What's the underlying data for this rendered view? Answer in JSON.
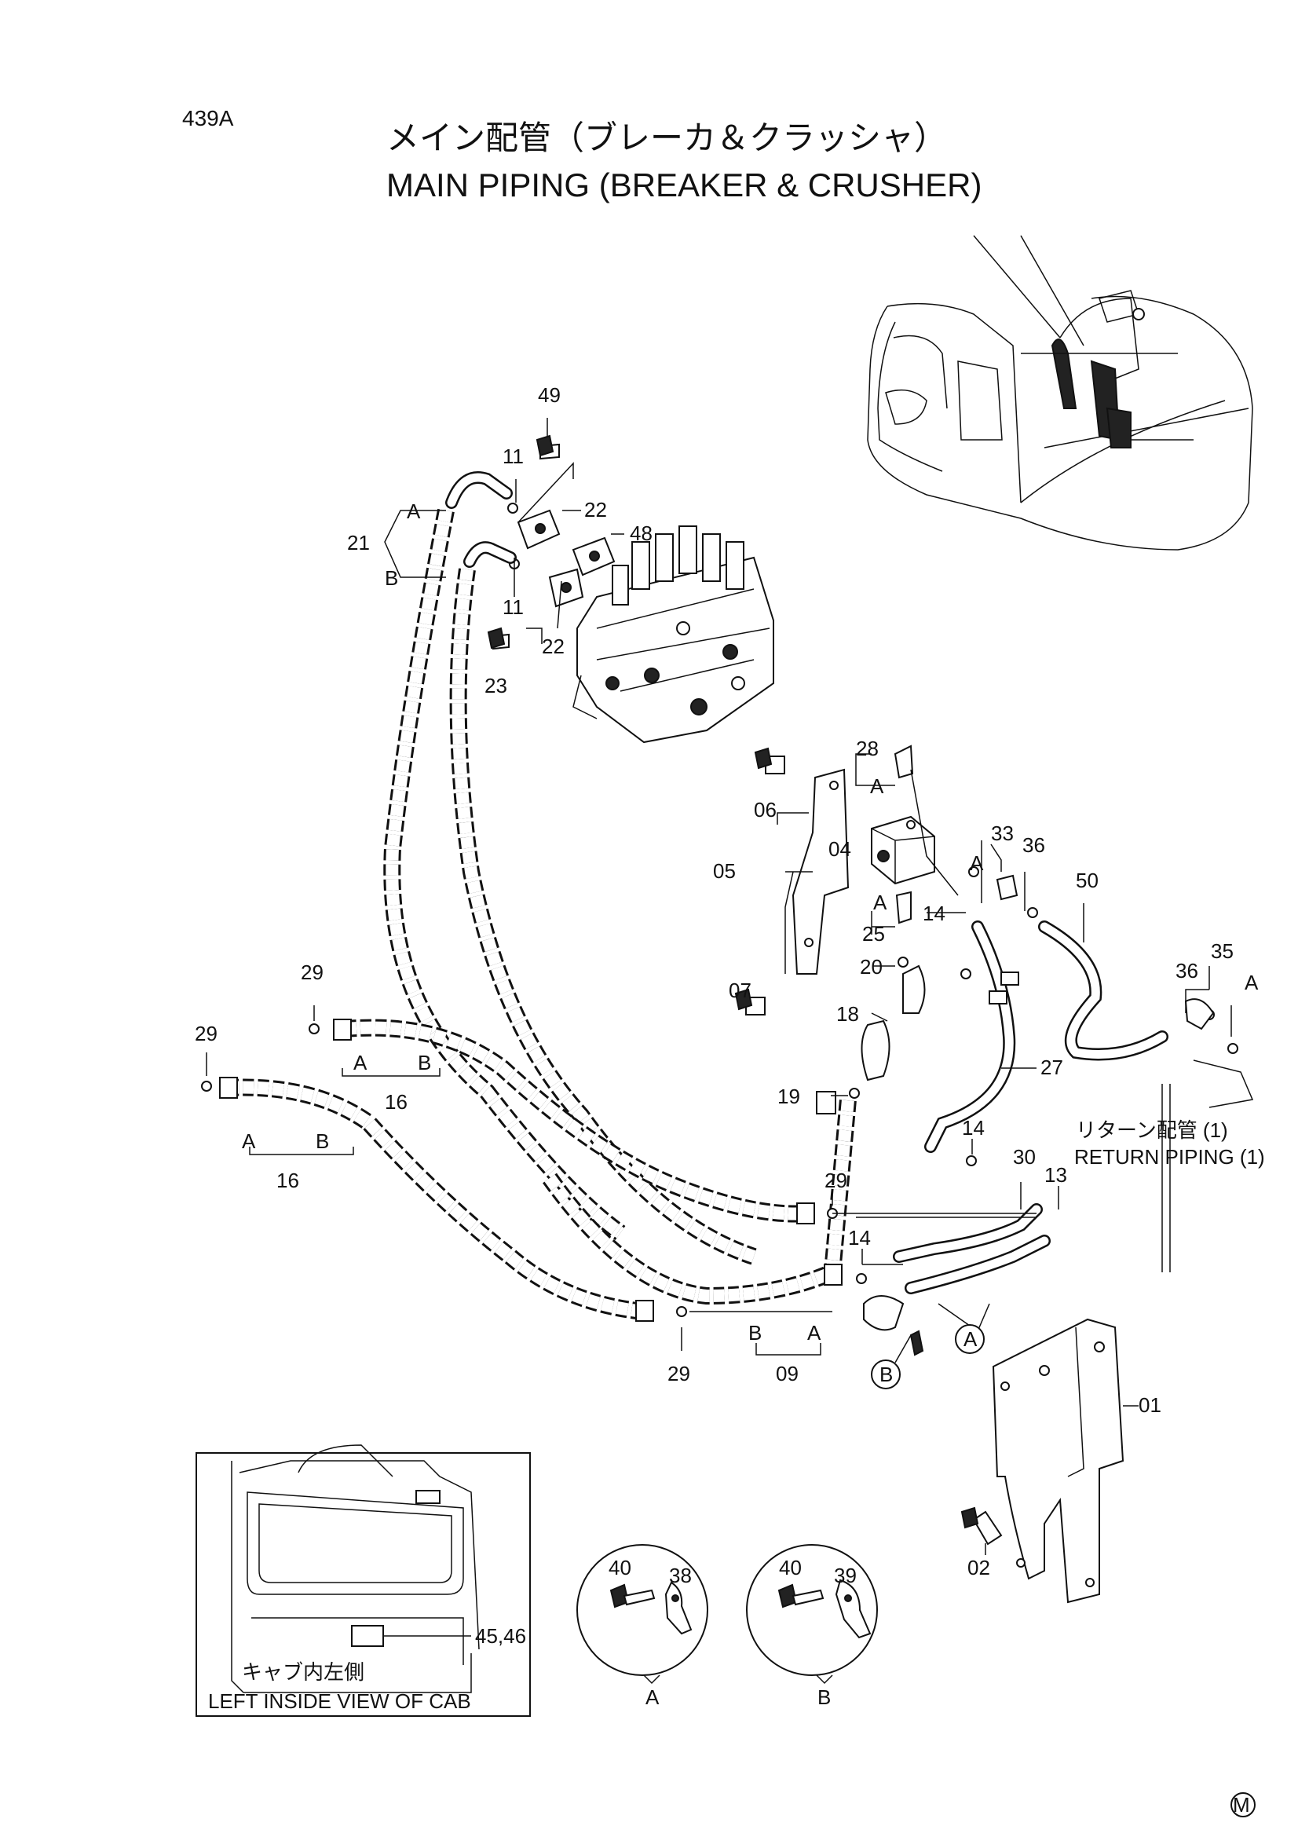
{
  "page": {
    "number": "439A",
    "title_jp": "メイン配管（ブレーカ＆クラッシャ）",
    "title_en": "MAIN  PIPING  (BREAKER & CRUSHER)",
    "mark": "M"
  },
  "labels": {
    "p49": "49",
    "p11a": "11",
    "p22a": "22",
    "p48": "48",
    "p11b": "11",
    "p22b": "22",
    "p23": "23",
    "p21": "21",
    "a21": "A",
    "b21": "B",
    "p28": "28",
    "a28": "A",
    "p06": "06",
    "p04": "04",
    "p05": "05",
    "p33": "33",
    "a33": "A",
    "p36a": "36",
    "p50": "50",
    "p14a": "14",
    "p25": "25",
    "a25": "A",
    "p07": "07",
    "p20": "20",
    "p18": "18",
    "p36b": "36",
    "p35": "35",
    "a35": "A",
    "p19": "19",
    "p27": "27",
    "p14b": "14",
    "p29a": "29",
    "p29b": "29",
    "a16a": "A",
    "b16a": "B",
    "p16a": "16",
    "a16b": "A",
    "b16b": "B",
    "p16b": "16",
    "p29c": "29",
    "p30": "30",
    "p13": "13",
    "p14c": "14",
    "p29d": "29",
    "b09": "B",
    "a09": "A",
    "p09": "09",
    "callA": "A",
    "callB": "B",
    "p01": "01",
    "p02": "02",
    "p40a": "40",
    "p38": "38",
    "detA": "A",
    "p40b": "40",
    "p39": "39",
    "detB": "B",
    "p4546": "45,46"
  },
  "notes": {
    "return_jp": "リターン配管 (1)",
    "return_en": "RETURN  PIPING  (1)",
    "cab_jp": "キャブ内左側",
    "cab_en": "LEFT  INSIDE  VIEW  OF  CAB"
  }
}
